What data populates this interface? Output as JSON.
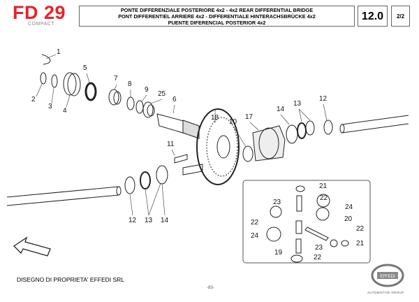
{
  "header": {
    "model": "FD 29",
    "model_sub": "COMPACT",
    "title_lines": [
      "PONTE DIFFERENZIALE POSTERIORE 4x2  -  4x2 REAR DIFFERENTIAL BRIDGE",
      "PONT DIFFERENTIEL ARRIERE 4x2  -  DIFFERENTIALE HINTERACHSBRÜCKE 4x2",
      "PUENTE DIFERENCIAL POSTERIOR 4x2"
    ],
    "section": "12.0",
    "page": "2/2"
  },
  "callouts": [
    "1",
    "2",
    "3",
    "4",
    "5",
    "7",
    "8",
    "9",
    "25",
    "6",
    "18",
    "10",
    "17",
    "14",
    "13",
    "12",
    "11",
    "12",
    "13",
    "14",
    "21",
    "22",
    "23",
    "24",
    "22",
    "20",
    "22",
    "24",
    "23",
    "21",
    "19",
    "22"
  ],
  "footer": {
    "ownership": "DISEGNO DI PROPRIETA' EFFEDI SRL",
    "page_number": "-83-",
    "brand": "EFFEDI",
    "brand_sub": "AUTOMOTIVE GROUP"
  },
  "colors": {
    "brand_red": "#e8222a"
  }
}
